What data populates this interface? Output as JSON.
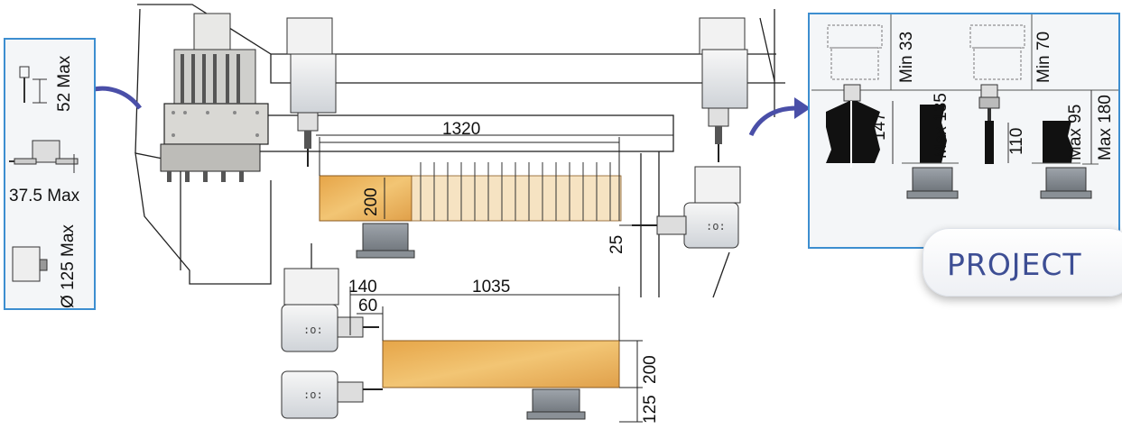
{
  "left_panel": {
    "labels": [
      "52 Max",
      "37.5 Max",
      "Ø 125 Max"
    ]
  },
  "main_drawing": {
    "dims": {
      "length_top": "1320",
      "height_top": "200",
      "offset_25": "25",
      "dim_140": "140",
      "dim_60": "60",
      "length_bottom": "1035",
      "height_bottom": "200",
      "dim_125": "125"
    }
  },
  "right_panel": {
    "labels": {
      "min_33": "Min 33",
      "min_70": "Min 70",
      "max_135": "Max 135",
      "d147": "147",
      "d110": "110",
      "max_95": "Max 95",
      "max_180": "Max 180"
    }
  },
  "project_button": {
    "label": "PROJECT"
  },
  "colors": {
    "panel_border": "#3d8ed0",
    "arrow": "#4a4fa8",
    "wood": "#e9b35c",
    "button_text": "#3d4e94"
  }
}
